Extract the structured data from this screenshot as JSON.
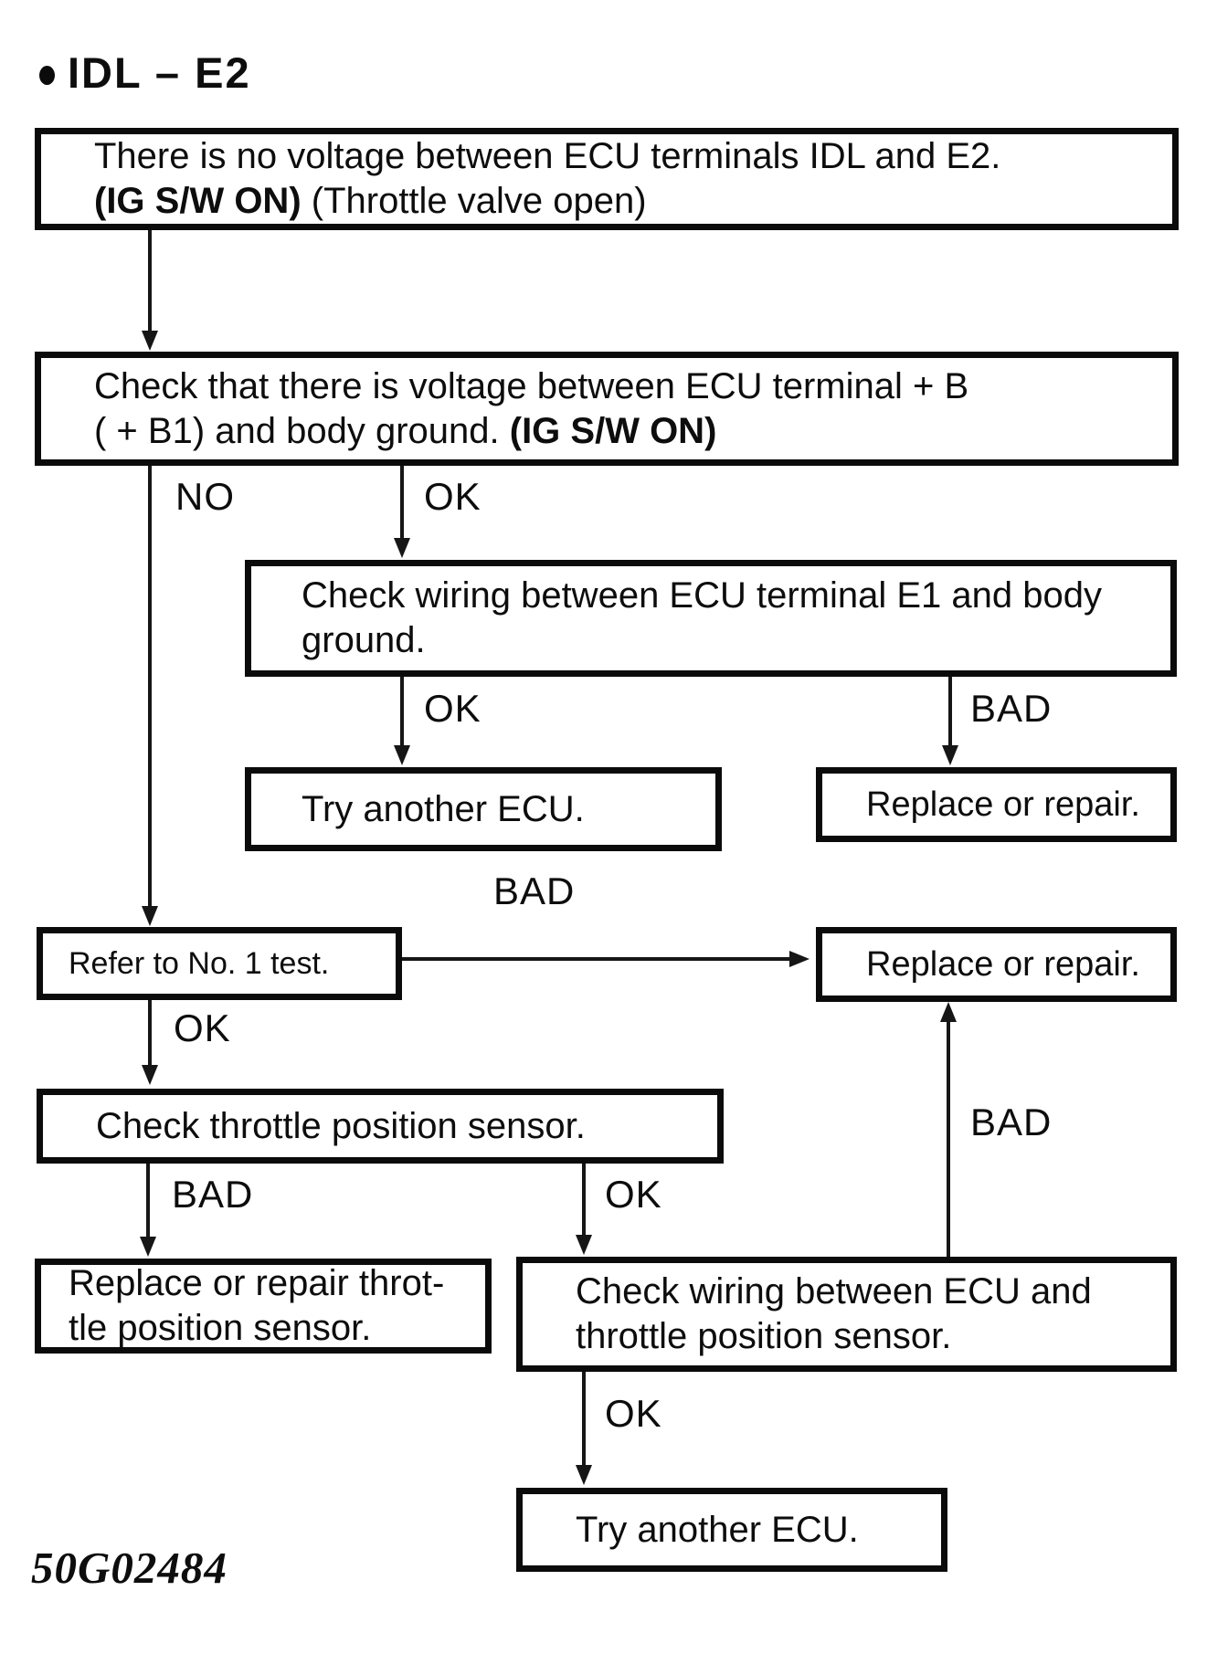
{
  "title": "IDL – E2",
  "figure_code": "50G02484",
  "labels": {
    "no": "NO",
    "ok": "OK",
    "bad": "BAD"
  },
  "nodes": {
    "start": {
      "line1": "There is no voltage between ECU terminals IDL and E2.",
      "line2_bold": "(IG S/W ON)",
      "line2_rest": " (Throttle valve open)"
    },
    "check_voltage": {
      "line1": "Check that there is voltage between ECU terminal + B",
      "line2_pre": "( + B1) and body ground. ",
      "line2_bold": "(IG S/W ON)"
    },
    "check_wiring_e1": {
      "line1": "Check wiring between ECU terminal E1 and body",
      "line2": "ground."
    },
    "try_another_ecu_1": {
      "text": "Try another ECU."
    },
    "replace_or_repair_1": {
      "text": "Replace or repair."
    },
    "refer_no1_test": {
      "text": "Refer to No. 1 test."
    },
    "replace_or_repair_2": {
      "text": "Replace or repair."
    },
    "check_tps": {
      "text": "Check throttle position sensor."
    },
    "replace_tps": {
      "line1": "Replace or repair throt-",
      "line2": "tle position sensor."
    },
    "check_wiring_tps": {
      "line1": "Check wiring between ECU and",
      "line2": "throttle position sensor."
    },
    "try_another_ecu_2": {
      "text": "Try another ECU."
    }
  }
}
